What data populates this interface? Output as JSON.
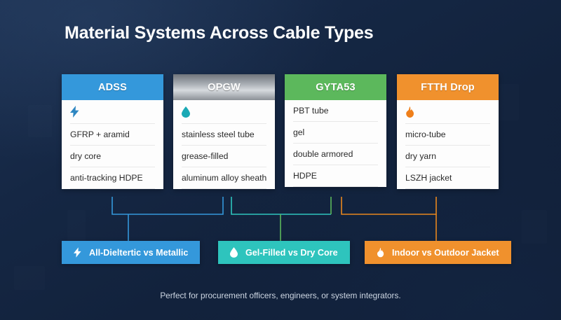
{
  "page": {
    "title": "Material Systems Across Cable Types",
    "footer": "Perfect for procurement officers, engineers, or system integrators.",
    "background_color": "#13253f"
  },
  "cards": [
    {
      "name": "adss",
      "title": "ADSS",
      "header_color": "#3498db",
      "header_style": "solid",
      "icon": "bolt-icon",
      "icon_color": "#2e86c1",
      "rows": [
        "GFRP + aramid",
        "dry core",
        "anti-tracking HDPE"
      ]
    },
    {
      "name": "opgw",
      "title": "OPGW",
      "header_color": "#9aa0a6",
      "header_style": "metallic",
      "icon": "water-drop-icon",
      "icon_color": "#1aa9b5",
      "rows": [
        "stainless steel tube",
        "grease-filled",
        "aluminum alloy sheath"
      ]
    },
    {
      "name": "gyta53",
      "title": "GYTA53",
      "header_color": "#5cb85c",
      "header_style": "solid",
      "icon": null,
      "icon_color": null,
      "rows": [
        "PBT tube",
        "gel",
        "double armored",
        "HDPE"
      ]
    },
    {
      "name": "ftth-drop",
      "title": "FTTH Drop",
      "header_color": "#f0912d",
      "header_style": "solid",
      "icon": "flame-icon",
      "icon_color": "#ef7f1a",
      "rows": [
        "micro-tube",
        "dry yarn",
        "LSZH jacket"
      ]
    }
  ],
  "badges": [
    {
      "name": "all-dieltertic-vs-metallic",
      "label": "All-Dieltertic vs Metallic",
      "color": "#3498db",
      "icon": "bolt-icon"
    },
    {
      "name": "gel-filled-vs-dry-core",
      "label": "Gel-Filled vs Dry Core",
      "color": "#2ec4bd",
      "icon": "water-drop-icon"
    },
    {
      "name": "indoor-vs-outdoor-jacket",
      "label": "Indoor vs Outdoor Jacket",
      "color": "#f0912d",
      "icon": "flame-icon"
    }
  ],
  "connectors": [
    {
      "name": "adss-opgw-to-badge1",
      "color": "#3498db"
    },
    {
      "name": "opgw-gyta53-to-badge2",
      "color": "#2ec4bd"
    },
    {
      "name": "gyta53-to-badge2",
      "color": "#5cb85c"
    },
    {
      "name": "gyta53-ftth-to-badge3",
      "color": "#e8871e"
    }
  ]
}
